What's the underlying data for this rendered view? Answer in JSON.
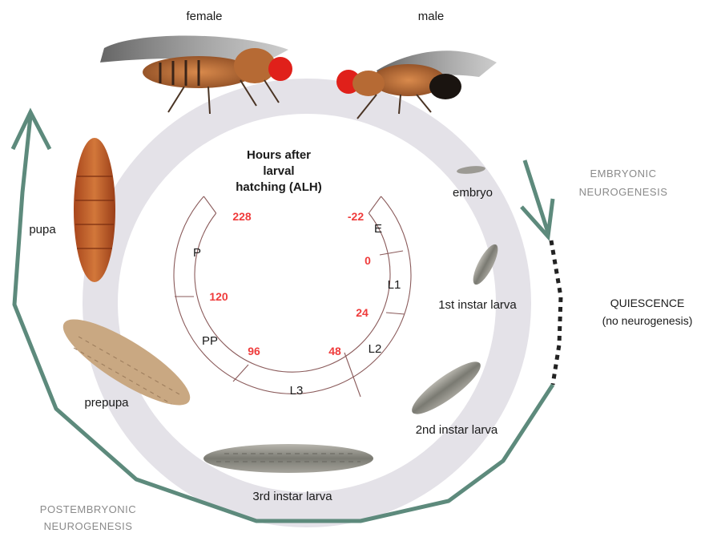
{
  "header": {
    "line1": "Hours after",
    "line2": "larval",
    "line3": "hatching (ALH)"
  },
  "stages": {
    "female": "female",
    "male": "male",
    "embryo": "embryo",
    "l1": "1st instar larva",
    "l2": "2nd instar larva",
    "l3": "3rd instar larva",
    "prepupa": "prepupa",
    "pupa": "pupa"
  },
  "segments": {
    "E": "E",
    "L1": "L1",
    "L2": "L2",
    "L3": "L3",
    "PP": "PP",
    "P": "P"
  },
  "hours": [
    "-22",
    "0",
    "24",
    "48",
    "96",
    "120",
    "228"
  ],
  "phases": {
    "embryonic_1": "EMBRYONIC",
    "embryonic_2": "NEUROGENESIS",
    "quiescence_1": "QUIESCENCE",
    "quiescence_2": "(no neurogenesis)",
    "post_1": "POSTEMBRYONIC",
    "post_2": "NEUROGENESIS"
  },
  "colors": {
    "ring": "#e4e2e8",
    "arrow": "#5d8a7c",
    "hours": "#ef3b3b",
    "dial": "#8a5a5a"
  }
}
